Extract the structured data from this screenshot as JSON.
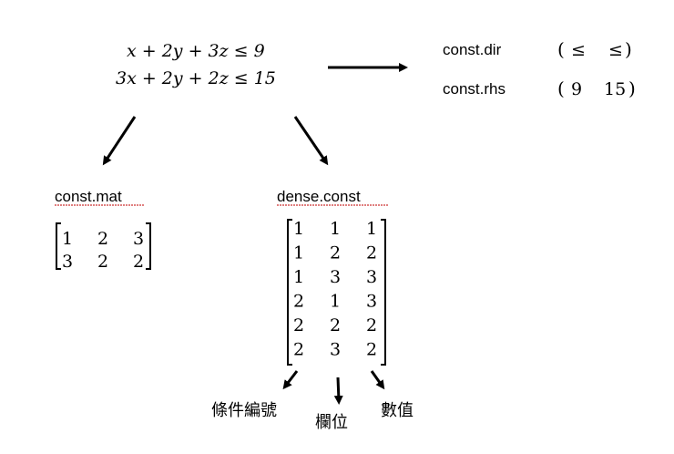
{
  "equations": {
    "line1": "x + 2y + 3z  ≤ 9",
    "line2": "3x + 2y + 2z  ≤ 15"
  },
  "const_dir": {
    "label": "const.dir",
    "values": [
      "≤",
      "≤"
    ]
  },
  "const_rhs": {
    "label": "const.rhs",
    "values": [
      "9",
      "15"
    ]
  },
  "const_mat": {
    "label": "const.mat",
    "rows": [
      [
        "1",
        "2",
        "3"
      ],
      [
        "3",
        "2",
        "2"
      ]
    ]
  },
  "dense_const": {
    "label": "dense.const",
    "rows": [
      [
        "1",
        "1",
        "1"
      ],
      [
        "1",
        "2",
        "2"
      ],
      [
        "1",
        "3",
        "3"
      ],
      [
        "2",
        "1",
        "3"
      ],
      [
        "2",
        "2",
        "2"
      ],
      [
        "2",
        "3",
        "2"
      ]
    ]
  },
  "column_labels": {
    "constraint_index": "條件編號",
    "column": "欄位",
    "value": "數值"
  },
  "colors": {
    "text": "#000000",
    "underline": "#c00000"
  }
}
